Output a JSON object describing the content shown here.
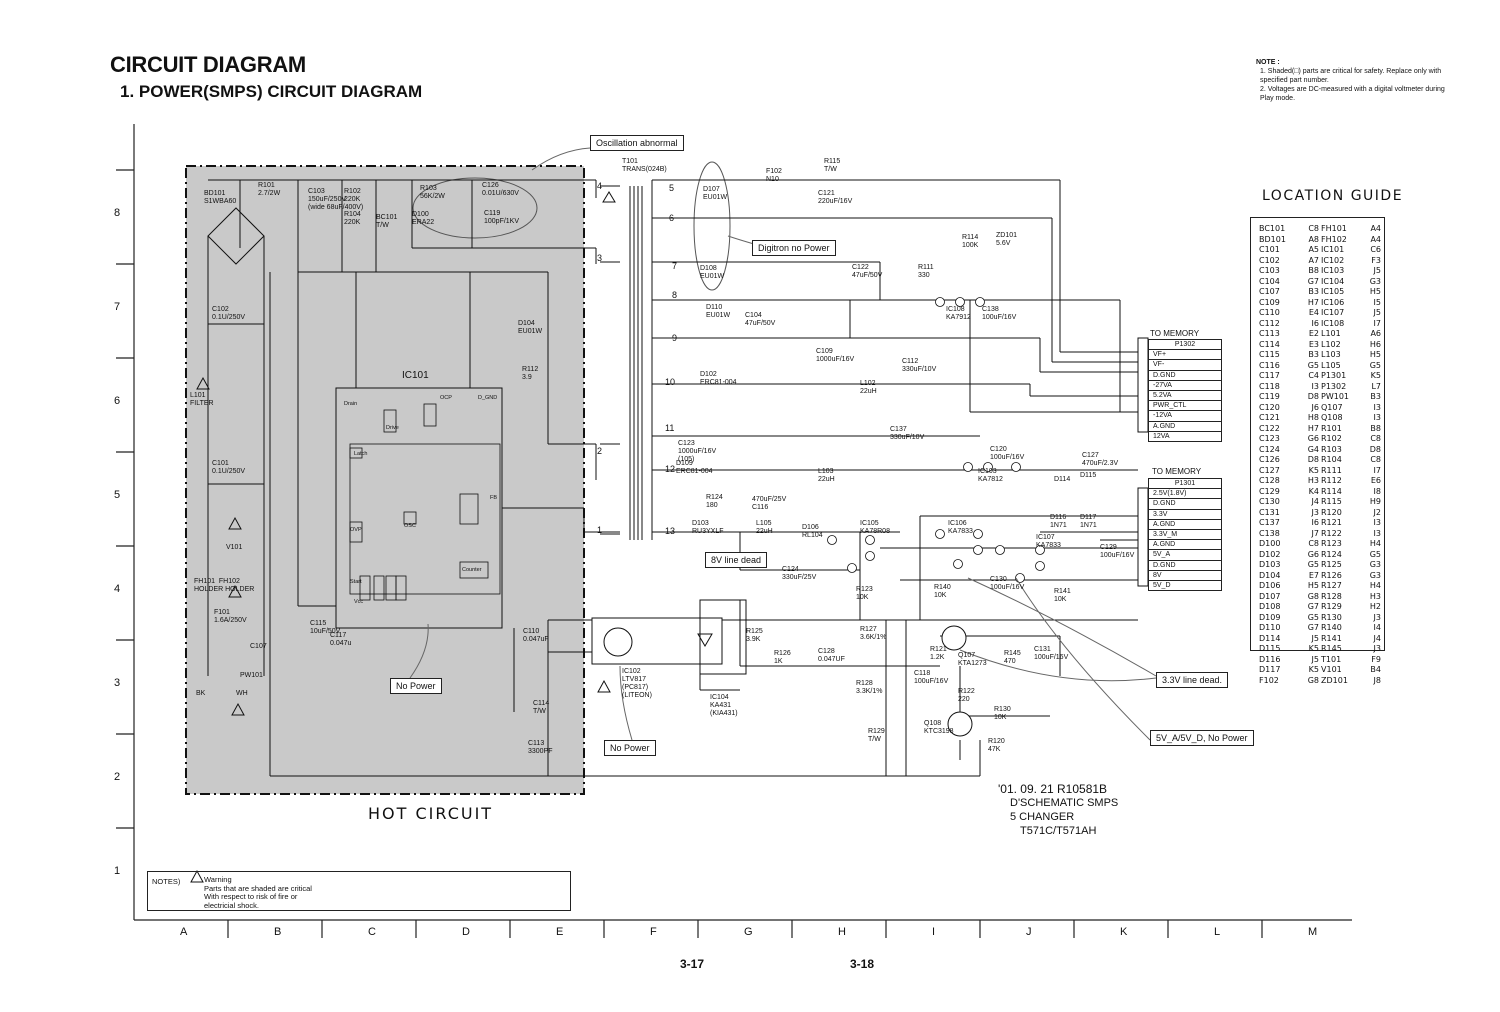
{
  "title": "CIRCUIT DIAGRAM",
  "subtitle": "1. POWER(SMPS) CIRCUIT DIAGRAM",
  "note": {
    "heading": "NOTE :",
    "items": [
      "1. Shaded(□) parts are critical for safety. Replace only with specified part number.",
      "2. Voltages are DC-measured with a digital voltmeter during Play mode."
    ]
  },
  "location_guide": {
    "title": "LOCATION GUIDE",
    "left": [
      [
        "BC101",
        "C8"
      ],
      [
        "BD101",
        "A8"
      ],
      [
        "C101",
        "A5"
      ],
      [
        "C102",
        "A7"
      ],
      [
        "C103",
        "B8"
      ],
      [
        "C104",
        "G7"
      ],
      [
        "C107",
        "B3"
      ],
      [
        "C109",
        "H7"
      ],
      [
        "C110",
        "E4"
      ],
      [
        "C112",
        "I6"
      ],
      [
        "C113",
        "E2"
      ],
      [
        "C114",
        "E3"
      ],
      [
        "C115",
        "B3"
      ],
      [
        "C116",
        "G5"
      ],
      [
        "C117",
        "C4"
      ],
      [
        "C118",
        "I3"
      ],
      [
        "C119",
        "D8"
      ],
      [
        "C120",
        "J6"
      ],
      [
        "C121",
        "H8"
      ],
      [
        "C122",
        "H7"
      ],
      [
        "C123",
        "G6"
      ],
      [
        "C124",
        "G4"
      ],
      [
        "C126",
        "D8"
      ],
      [
        "C127",
        "K5"
      ],
      [
        "C128",
        "H3"
      ],
      [
        "C129",
        "K4"
      ],
      [
        "C130",
        "J4"
      ],
      [
        "C131",
        "J3"
      ],
      [
        "C137",
        "I6"
      ],
      [
        "C138",
        "J7"
      ],
      [
        "D100",
        "C8"
      ],
      [
        "D102",
        "G6"
      ],
      [
        "D103",
        "G5"
      ],
      [
        "D104",
        "E7"
      ],
      [
        "D106",
        "H5"
      ],
      [
        "D107",
        "G8"
      ],
      [
        "D108",
        "G7"
      ],
      [
        "D109",
        "G5"
      ],
      [
        "D110",
        "G7"
      ],
      [
        "D114",
        "J5"
      ],
      [
        "D115",
        "K5"
      ],
      [
        "D116",
        "J5"
      ],
      [
        "D117",
        "K5"
      ],
      [
        "F102",
        "G8"
      ]
    ],
    "right": [
      [
        "FH101",
        "A4"
      ],
      [
        "FH102",
        "A4"
      ],
      [
        "IC101",
        "C6"
      ],
      [
        "IC102",
        "F3"
      ],
      [
        "IC103",
        "J5"
      ],
      [
        "IC104",
        "G3"
      ],
      [
        "IC105",
        "H5"
      ],
      [
        "IC106",
        "I5"
      ],
      [
        "IC107",
        "J5"
      ],
      [
        "IC108",
        "I7"
      ],
      [
        "L101",
        "A6"
      ],
      [
        "L102",
        "H6"
      ],
      [
        "L103",
        "H5"
      ],
      [
        "L105",
        "G5"
      ],
      [
        "P1301",
        "K5"
      ],
      [
        "P1302",
        "L7"
      ],
      [
        "PW101",
        "B3"
      ],
      [
        "Q107",
        "I3"
      ],
      [
        "Q108",
        "I3"
      ],
      [
        "R101",
        "B8"
      ],
      [
        "R102",
        "C8"
      ],
      [
        "R103",
        "D8"
      ],
      [
        "R104",
        "C8"
      ],
      [
        "R111",
        "I7"
      ],
      [
        "R112",
        "E6"
      ],
      [
        "R114",
        "I8"
      ],
      [
        "R115",
        "H9"
      ],
      [
        "R120",
        "J2"
      ],
      [
        "R121",
        "I3"
      ],
      [
        "R122",
        "I3"
      ],
      [
        "R123",
        "H4"
      ],
      [
        "R124",
        "G5"
      ],
      [
        "R125",
        "G3"
      ],
      [
        "R126",
        "G3"
      ],
      [
        "R127",
        "H4"
      ],
      [
        "R128",
        "H3"
      ],
      [
        "R129",
        "H2"
      ],
      [
        "R130",
        "J3"
      ],
      [
        "R140",
        "I4"
      ],
      [
        "R141",
        "J4"
      ],
      [
        "R145",
        "J3"
      ],
      [
        "T101",
        "F9"
      ],
      [
        "V101",
        "B4"
      ],
      [
        "ZD101",
        "J8"
      ]
    ]
  },
  "callouts": {
    "oscillation": "Oscillation abnormal",
    "digitron": "Digitron no Power",
    "eight_v": "8V line dead",
    "no_power_left": "No Power",
    "no_power_mid": "No Power",
    "three_v": "3.3V line dead.",
    "five_v": "5V_A/5V_D, No Power"
  },
  "hot_circuit": "HOT CIRCUIT",
  "ic101": "IC101",
  "footer_stamp": {
    "line1": "'01. 09. 21 R10581B",
    "line2": "D'SCHEMATIC SMPS",
    "line3": "5 CHANGER",
    "line4": "T571C/T571AH"
  },
  "memory_p1302": {
    "to": "TO MEMORY",
    "name": "P1302",
    "pins": [
      "VF+",
      "VF-",
      "D.GND",
      "-27VA",
      "5.2VA",
      "PWR_CTL",
      "-12VA",
      "A.GND",
      "12VA"
    ]
  },
  "memory_p1301": {
    "to": "TO MEMORY",
    "name": "P1301",
    "pins": [
      "2.5V(1.8V)",
      "D.GND",
      "3.3V",
      "A.GND",
      "3.3V_M",
      "A.GND",
      "5V_A",
      "D.GND",
      "8V",
      "5V_D"
    ]
  },
  "notes_box": {
    "label": "NOTES)",
    "lines": [
      "Warning",
      "Parts that are shaded are critical",
      "With respect to risk of fire or",
      "electricial shock."
    ]
  },
  "ruler_rows": [
    "8",
    "7",
    "6",
    "5",
    "4",
    "3",
    "2",
    "1"
  ],
  "ruler_cols": [
    "A",
    "B",
    "C",
    "D",
    "E",
    "F",
    "G",
    "H",
    "I",
    "J",
    "K",
    "L",
    "M"
  ],
  "page_numbers": {
    "left": "3-17",
    "right": "3-18"
  },
  "component_labels": {
    "bd101": "BD101\nS1WBA60",
    "r101": "R101\n2.7/2W",
    "c103": "C103\n150uF/250V\n(wide 68uF/400V)",
    "r102": "R102\n220K",
    "r104": "R104\n220K",
    "bc101": "BC101\nT/W",
    "r103": "R103\n56K/2W",
    "d100": "D100\nERA22",
    "c126": "C126\n0.01U/630V",
    "c119": "C119\n100pF/1KV",
    "t101": "T101\nTRANS(024B)",
    "c102": "C102\n0.1U/250V",
    "l101": "L101\nFILTER",
    "c101": "C101\n0.1U/250V",
    "v101": "V101",
    "f101": "F101\n1.6A/250V",
    "fh": "FH101  FH102\nHOLDER HOLDER",
    "pw101": "PW101",
    "bk": "BK",
    "wh": "WH",
    "c107": "C107",
    "c115": "C115\n10uF/50V",
    "c117": "C117\n0.047u",
    "d104": "D104\nEU01W",
    "r112": "R112\n3.9",
    "c110": "C110\n0.047uF",
    "c114": "C114\nT/W",
    "c113": "C113\n3300PF",
    "ic102": "IC102\nLTV817\n(PC817)\n(LITEON)",
    "d107": "D107\nEU01W",
    "f102": "F102\nN10",
    "r115": "R115\nT/W",
    "c121": "C121\n220uF/16V",
    "d108": "D108\nEU01W",
    "d110": "D110\nEU01W",
    "c104": "C104\n47uF/50V",
    "d102": "D102\nERC81-004",
    "c123": "C123\n1000uF/16V\n(105)",
    "d109": "D109\nERC81-004",
    "r124": "R124\n180",
    "c116": "470uF/25V\nC116",
    "d103": "D103\nRU3YXLF",
    "l105": "L105\n22uH",
    "d106": "D106\nRL104",
    "c124": "C124\n330uF/25V",
    "r125": "R125\n3.9K",
    "r126": "R126\n1K",
    "c128": "C128\n0.047UF",
    "ic104": "IC104\nKA431\n(KIA431)",
    "r114": "R114\n100K",
    "zd101": "ZD101\n5.6V",
    "c122": "C122\n47uF/50V",
    "r111": "R111\n330",
    "ic108": "IC108\nKA7912",
    "c138": "C138\n100uF/16V",
    "c109": "C109\n1000uF/16V",
    "c112": "C112\n330uF/10V",
    "l102": "L102\n22uH",
    "c137": "C137\n330uF/10V",
    "c120": "C120\n100uF/16V",
    "ic103": "IC103\nKA7812",
    "c127": "C127\n470uF/2.3V",
    "l103": "L103\n22uH",
    "d114": "D114",
    "d115": "D115",
    "d116": "D116\n1N71",
    "d117": "D117\n1N71",
    "ic105": "IC105\nKA78R08",
    "ic106": "IC106\nKA7833",
    "ic107": "IC107\nKA7833",
    "c129": "C129\n100uF/16V",
    "r123": "R123\n10K",
    "r140": "R140\n10K",
    "c130": "C130\n100uF/16V",
    "r141": "R141\n10K",
    "r127": "R127\n3.6K/1%",
    "q107": "Q107\nKTA1273",
    "r121": "R121\n1.2K",
    "r145": "R145\n470",
    "c131": "C131\n100uF/16V",
    "c118": "C118\n100uF/16V",
    "r122": "R122\n220",
    "r128": "R128\n3.3K/1%",
    "q108": "Q108\nKTC3198",
    "r130": "R130\n10K",
    "r129": "R129\nT/W",
    "r120": "R120\n47K"
  },
  "ic101_blocks": [
    "Drain",
    "OCP",
    "D_GND",
    "Drive",
    "Latch",
    "Start",
    "FB",
    "Counter",
    "Vcc",
    "OVP",
    "OSC"
  ],
  "pins": {
    "t4": "4",
    "t3": "3",
    "t2": "2",
    "t1": "1",
    "t5": "5",
    "t6": "6",
    "t7": "7",
    "t8": "8",
    "t9": "9",
    "t10": "10",
    "t11": "11",
    "t12": "12",
    "t13": "13"
  }
}
